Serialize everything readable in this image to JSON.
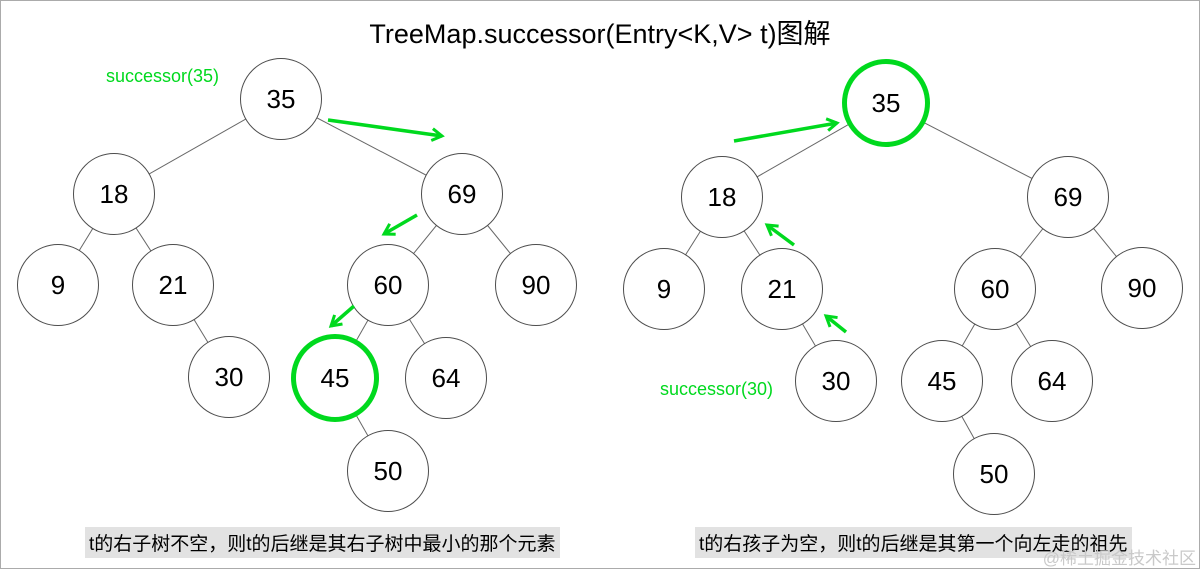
{
  "title": "TreeMap.successor(Entry<K,V> t)图解",
  "diagram_type": "binary-search-tree-successor-illustration",
  "colors": {
    "highlight_green": "#00d91e",
    "caption_bg": "#e2e2e2",
    "node_stroke": "#4d4d4d"
  },
  "left_tree": {
    "annotation": "successor(35)",
    "caption": "t的右子树不空，则t的后继是其右子树中最小的那个元素",
    "highlighted_node": "45",
    "arrow_path": [
      "35→69",
      "69→60",
      "60→45"
    ],
    "nodes": {
      "n35": "35",
      "n18": "18",
      "n69": "69",
      "n9": "9",
      "n21": "21",
      "n30": "30",
      "n60": "60",
      "n90": "90",
      "n45": "45",
      "n64": "64",
      "n50": "50"
    },
    "edges": [
      [
        "35",
        "18"
      ],
      [
        "35",
        "69"
      ],
      [
        "18",
        "9"
      ],
      [
        "18",
        "21"
      ],
      [
        "21",
        "30"
      ],
      [
        "69",
        "60"
      ],
      [
        "69",
        "90"
      ],
      [
        "60",
        "45"
      ],
      [
        "60",
        "64"
      ],
      [
        "45",
        "50"
      ]
    ]
  },
  "right_tree": {
    "annotation": "successor(30)",
    "caption": "t的右孩子为空，则t的后继是其第一个向左走的祖先",
    "highlighted_node": "35",
    "arrow_path": [
      "30→21",
      "21→18",
      "18→35"
    ],
    "nodes": {
      "n35": "35",
      "n18": "18",
      "n69": "69",
      "n9": "9",
      "n21": "21",
      "n30": "30",
      "n60": "60",
      "n90": "90",
      "n45": "45",
      "n64": "64",
      "n50": "50"
    },
    "edges": [
      [
        "35",
        "18"
      ],
      [
        "35",
        "69"
      ],
      [
        "18",
        "9"
      ],
      [
        "18",
        "21"
      ],
      [
        "21",
        "30"
      ],
      [
        "69",
        "60"
      ],
      [
        "69",
        "90"
      ],
      [
        "60",
        "45"
      ],
      [
        "60",
        "64"
      ],
      [
        "45",
        "50"
      ]
    ]
  },
  "watermark": "@稀土掘金技术社区"
}
